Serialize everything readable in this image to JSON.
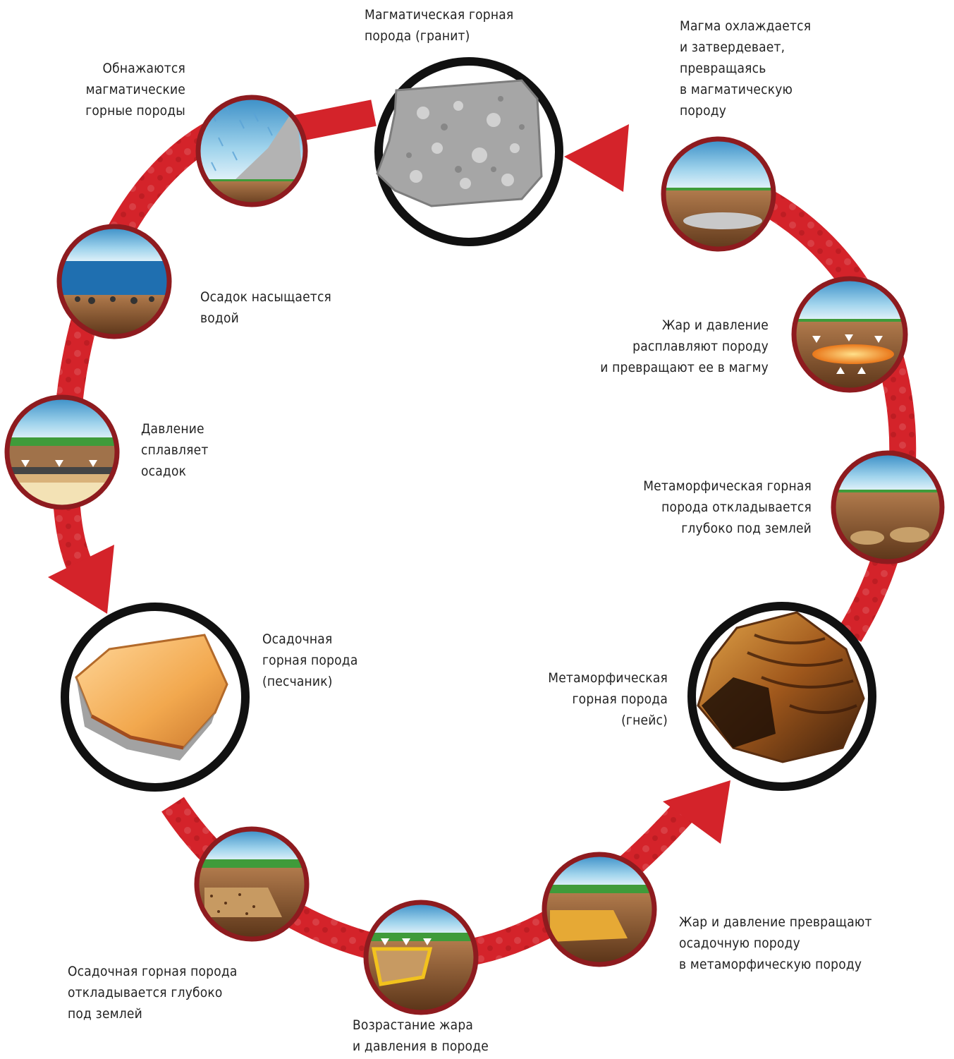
{
  "labels": {
    "igneous_rock": "Магматическая горная\nпорода (гранит)",
    "magma_cools": "Магма охлаждается\nи затвердевает,\nпревращаясь\nв магматическую\nпороду",
    "melts_to_magma": "Жар и давление\nрасплавляют породу\nи превращают ее в магму",
    "metamorphic_buried": "Метаморфическая горная\nпорода откладывается\nглубоко под землей",
    "metamorphic_rock": "Метаморфическая\nгорная порода\n(гнейс)",
    "heat_pressure_transform": "Жар и давление превращают\nосадочную породу\nв метаморфическую породу",
    "heat_pressure_increase": "Возрастание жара\nи давления в породе",
    "sedimentary_buried": "Осадочная горная порода\nоткладывается глубоко\nпод землей",
    "sedimentary_rock": "Осадочная\nгорная порода\n(песчаник)",
    "pressure_fuses": "Давление\nсплавляет\nосадок",
    "sediment_water": "Осадок насыщается\nводой",
    "igneous_exposed": "Обнажаются\nмагматические\nгорные породы"
  },
  "colors": {
    "arrow_red": "#d4232a",
    "arrow_dark": "#b5161d",
    "ring_red": "#8e1b1f",
    "ring_black": "#111111",
    "sky": "#8ecbe8",
    "grass": "#3f9b3a",
    "soil": "#8a5a35",
    "granite": "#a6a6a6",
    "sandstone": "#f2b35c",
    "gneiss": "#9a5a1c",
    "magma": "#f39a1d"
  }
}
